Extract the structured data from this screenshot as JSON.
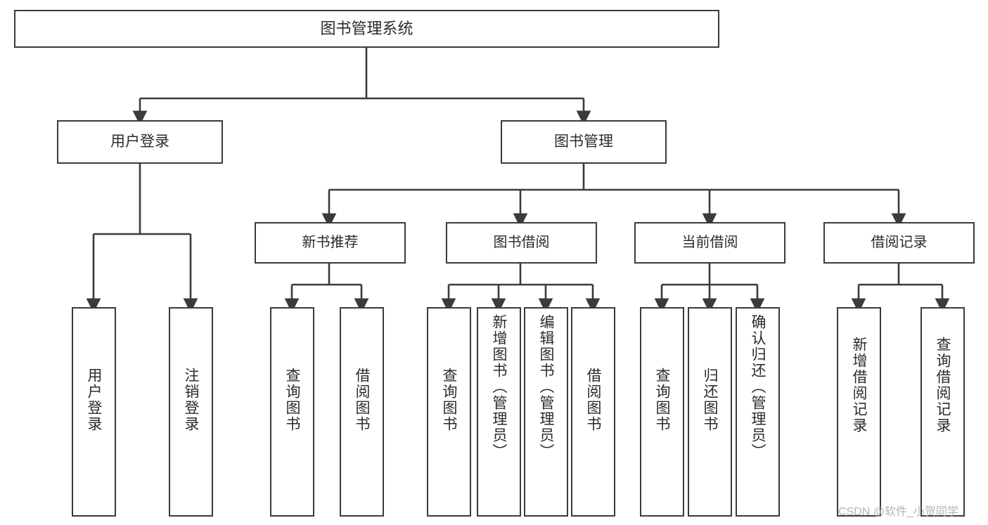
{
  "diagram": {
    "title": "图书管理系统",
    "nodes": {
      "root": "图书管理系统",
      "user_login": "用户登录",
      "book_manage": "图书管理",
      "new_book_rec": "新书推荐",
      "book_borrow": "图书借阅",
      "current_borrow": "当前借阅",
      "borrow_record": "借阅记录",
      "leaf_user_login": "用户登录",
      "leaf_logout": "注销登录",
      "leaf_query_book_1": "查询图书",
      "leaf_borrow_book_1": "借阅图书",
      "leaf_query_book_2": "查询图书",
      "leaf_add_book": "新增图书（管理员）",
      "leaf_edit_book": "编辑图书（管理员）",
      "leaf_borrow_book_2": "借阅图书",
      "leaf_query_book_3": "查询图书",
      "leaf_return_book": "归还图书",
      "leaf_confirm_return": "确认归还（管理员）",
      "leaf_add_record": "新增借阅记录",
      "leaf_query_record": "查询借阅记录"
    }
  },
  "watermark": {
    "text": "CSDN @软件_小贺同学"
  },
  "colors": {
    "stroke": "#3b3b3b",
    "fill": "#ffffff",
    "text": "#2b2b2b",
    "watermark": "#b4b4b4"
  }
}
